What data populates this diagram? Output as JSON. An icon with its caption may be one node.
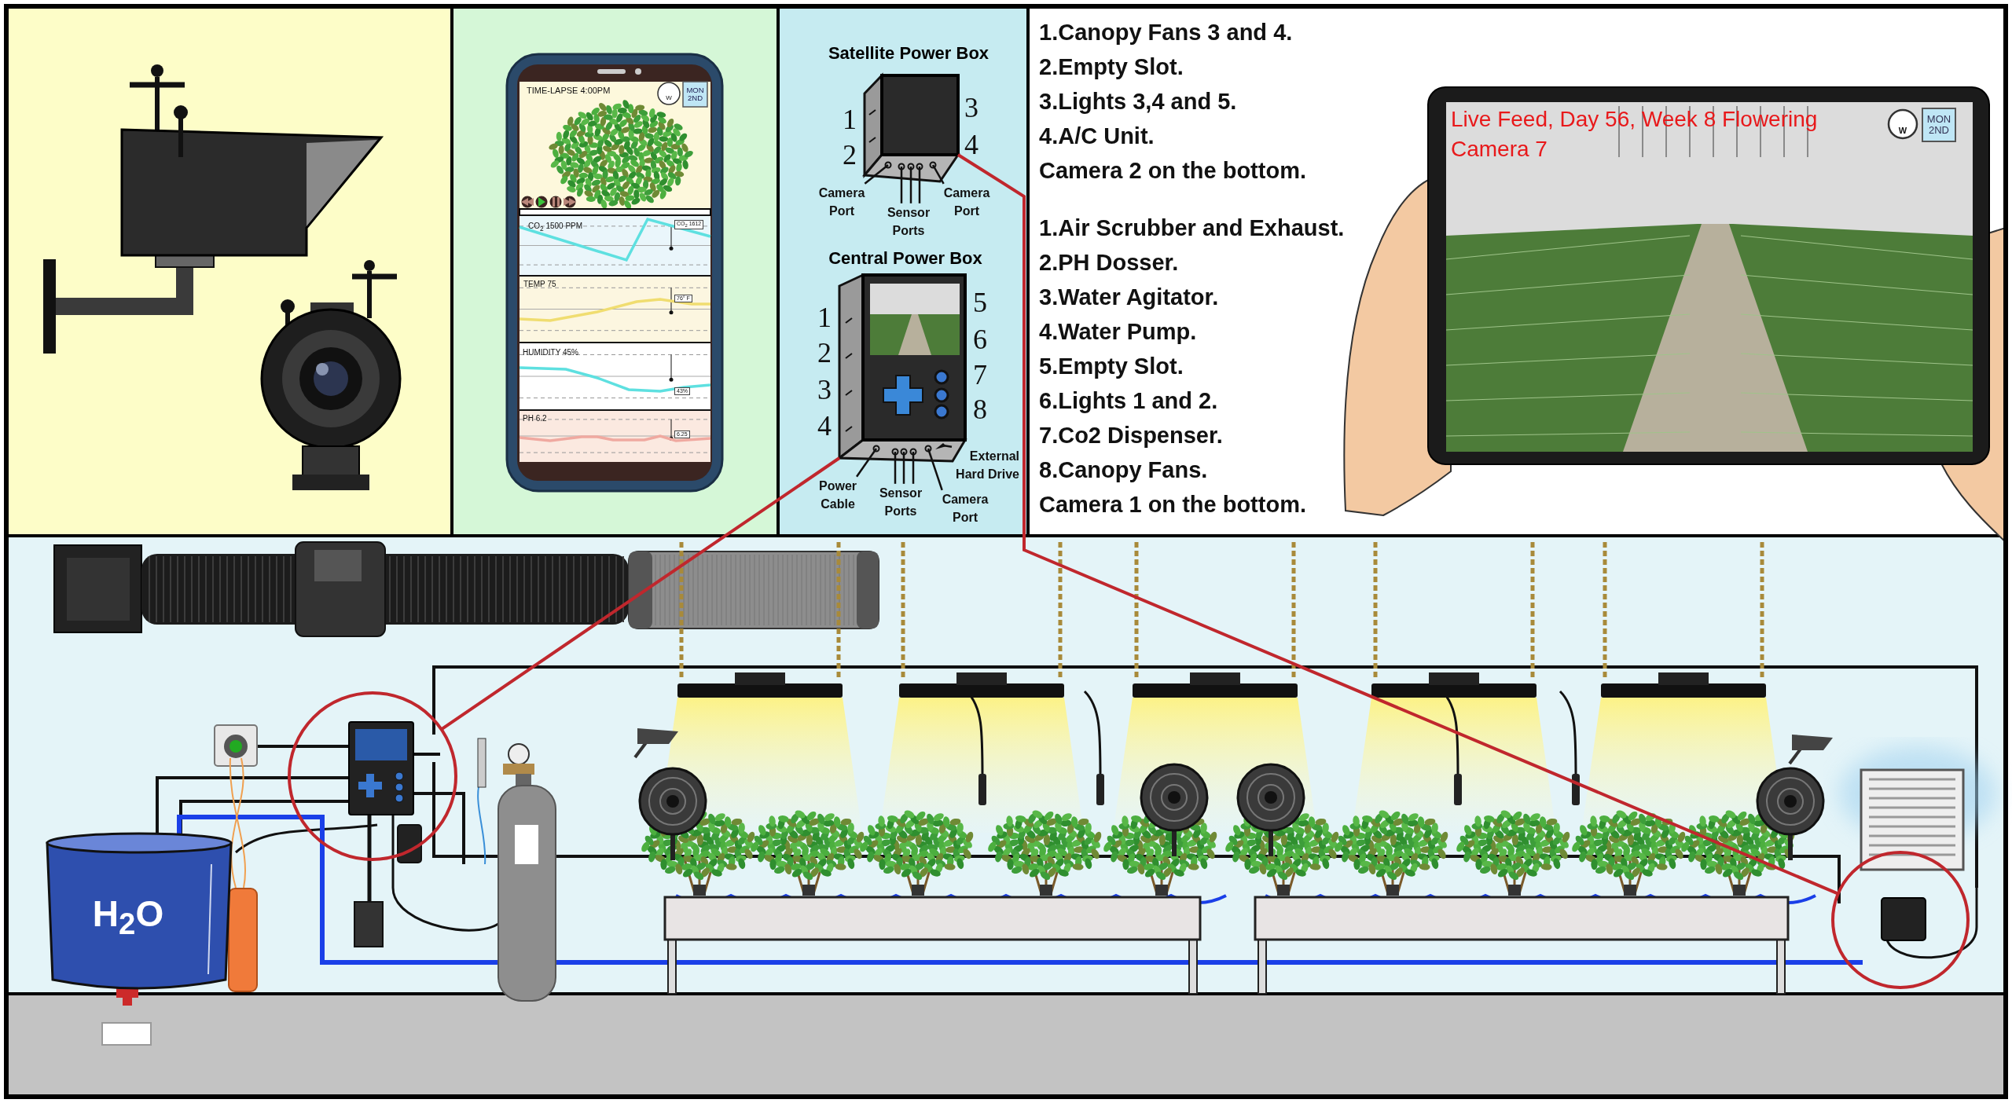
{
  "diagram": {
    "nodes": [
      {
        "text": [
          "Satellite Power Box"
        ],
        "beside": [
          "1",
          "2",
          "3",
          "4"
        ]
      },
      {
        "text": [
          "Camera Port"
        ]
      },
      {
        "text": [
          "Sensor Ports"
        ]
      },
      {
        "text": [
          "Camera Port"
        ]
      },
      {
        "text": [
          "Central Power Box"
        ],
        "beside": [
          "1",
          "2",
          "3",
          "4",
          "5",
          "6",
          "7",
          "8"
        ]
      },
      {
        "text": [
          "Power Cable"
        ]
      },
      {
        "text": [
          "Sensor Ports"
        ]
      },
      {
        "text": [
          "Camera Port"
        ]
      },
      {
        "text": [
          "External Hard Drive"
        ]
      },
      {
        "text": [],
        "shape": "circle"
      },
      {
        "text": [],
        "shape": "circle"
      },
      {
        "text": [
          "H$_{2}$O"
        ]
      }
    ],
    "edges": [
      {
        "from": 1,
        "to": 0,
        "arrow": "none"
      },
      {
        "from": 2,
        "to": 0,
        "arrow": "none"
      },
      {
        "from": 2,
        "to": 0,
        "arrow": "none"
      },
      {
        "from": 2,
        "to": 0,
        "arrow": "none"
      },
      {
        "from": 3,
        "to": 0,
        "arrow": "none"
      },
      {
        "from": 5,
        "to": 4,
        "arrow": "none"
      },
      {
        "from": 6,
        "to": 4,
        "arrow": "none"
      },
      {
        "from": 6,
        "to": 4,
        "arrow": "none"
      },
      {
        "from": 6,
        "to": 4,
        "arrow": "none"
      },
      {
        "from": 7,
        "to": 4,
        "arrow": "none"
      },
      {
        "from": 8,
        "to": 4,
        "arrow": "none"
      },
      {
        "from": 9,
        "to": 4,
        "arrow": "none",
        "color": "#c0272d"
      },
      {
        "from": 0,
        "to": 10,
        "arrow": "none",
        "color": "#c0272d"
      }
    ],
    "labels": [
      "TIME-LAPSE 4:00PM",
      "W",
      "MON 2ND",
      "CO$_{2}$ 1500 PPM",
      "CO$_{2}$ 1612",
      "TEMP 75",
      "76° F",
      "HUMIDITY 45%",
      "43%",
      "PH 6.2",
      "6.25",
      "1.Canopy Fans 3 and 4.",
      "2.Empty Slot.",
      "3.Lights 3,4 and 5.",
      "4.A/C Unit.",
      "Camera 2 on the bottom.",
      "1.Air Scrubber and Exhaust.",
      "2.PH Dosser.",
      "3.Water Agitator.",
      "4.Water Pump.",
      "5.Empty Slot.",
      "6.Lights 1 and 2.",
      "7.Co2 Dispenser.",
      "8.Canopy Fans.",
      "Camera 1 on the bottom.",
      "Live Feed, Day 56, Week 8 Flowering",
      "Camera 7",
      "W",
      "MON 2ND"
    ]
  }
}
